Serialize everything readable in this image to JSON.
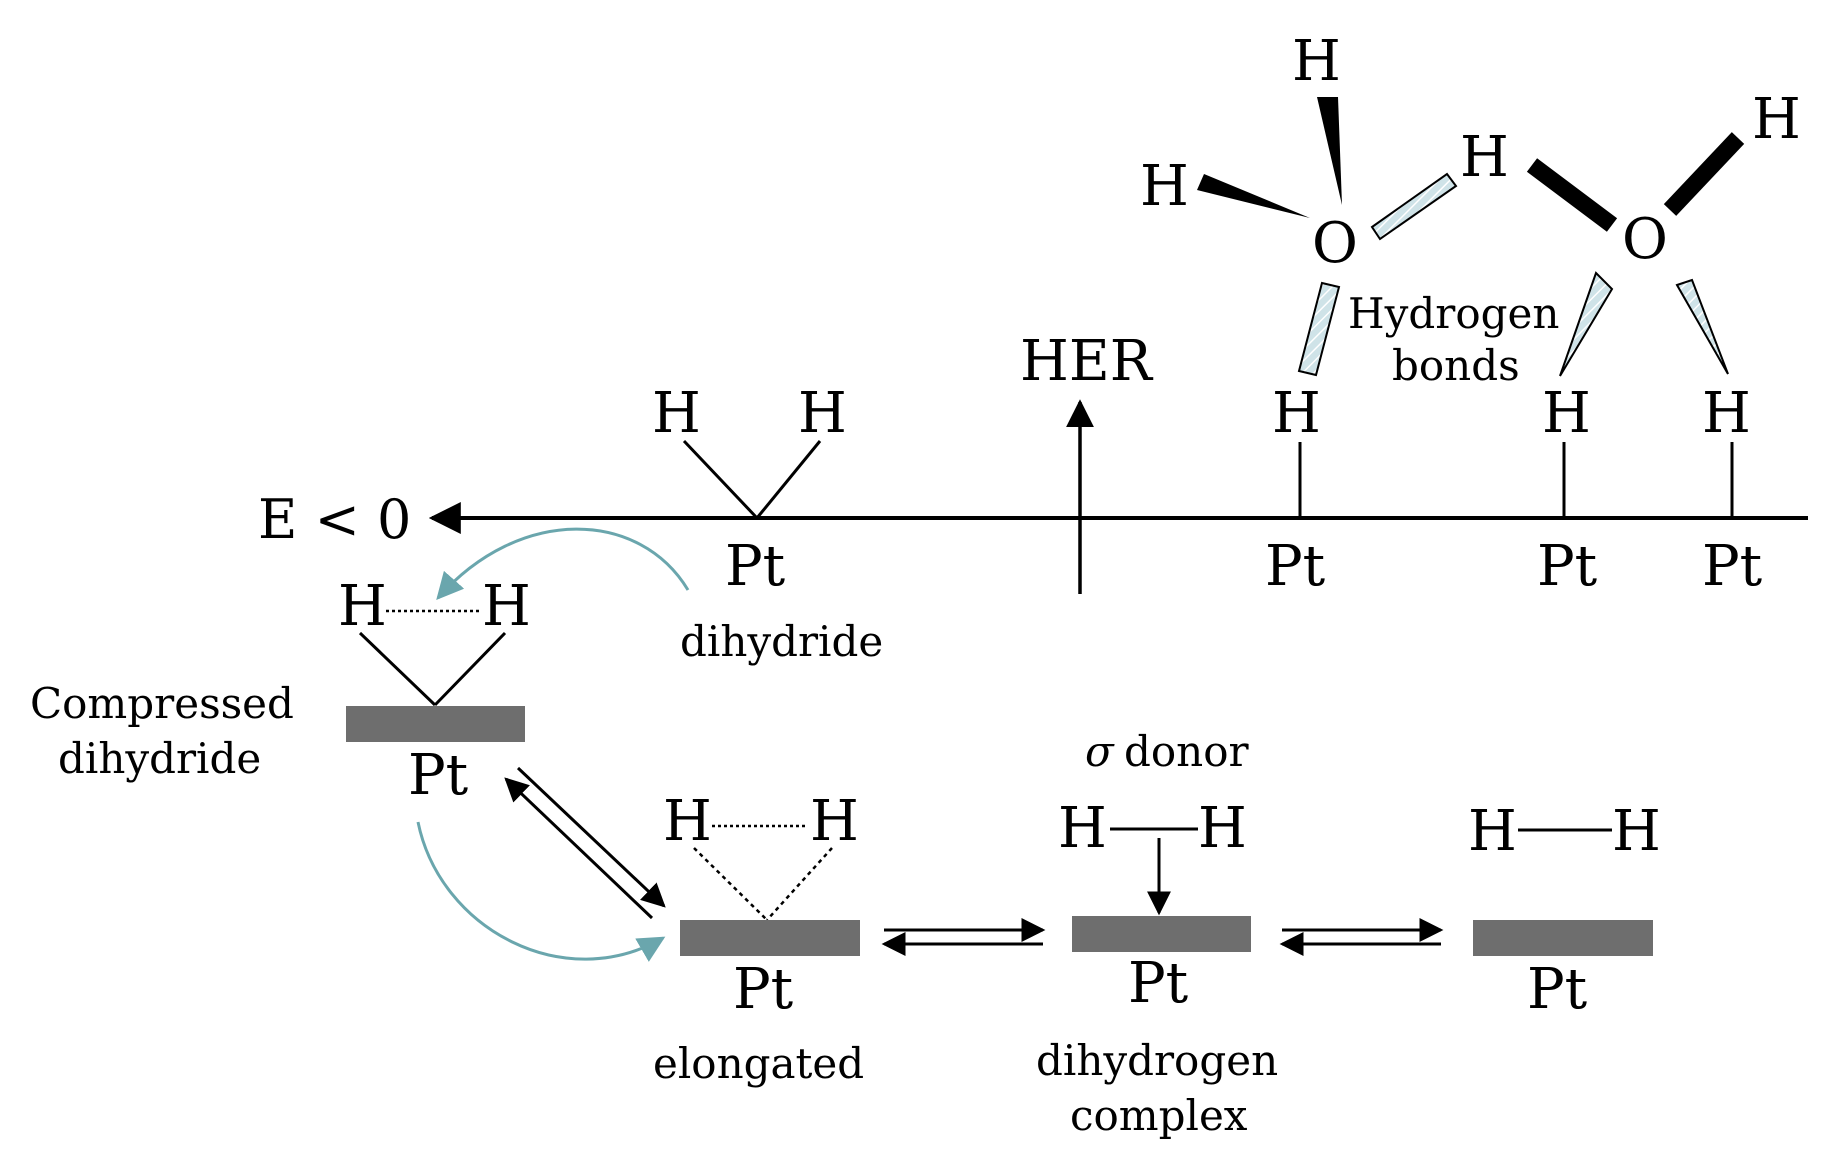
{
  "axis": {
    "label": "E < 0"
  },
  "her": {
    "label": "HER"
  },
  "atoms": {
    "h": "H",
    "o": "O",
    "pt": "Pt"
  },
  "labels": {
    "hydrogen_bonds_line1": "Hydrogen",
    "hydrogen_bonds_line2": "bonds",
    "dihydride": "dihydride",
    "compressed_line1": "Compressed",
    "compressed_line2": "dihydride",
    "elongated": "elongated",
    "sigma": "σ",
    "donor": "donor",
    "dihydrogen_line1": "dihydrogen",
    "dihydrogen_line2": "complex"
  },
  "colors": {
    "surface": "#6e6e6e",
    "curve": "#6aa6ad",
    "hbond_fill": "#cfe3e8"
  }
}
